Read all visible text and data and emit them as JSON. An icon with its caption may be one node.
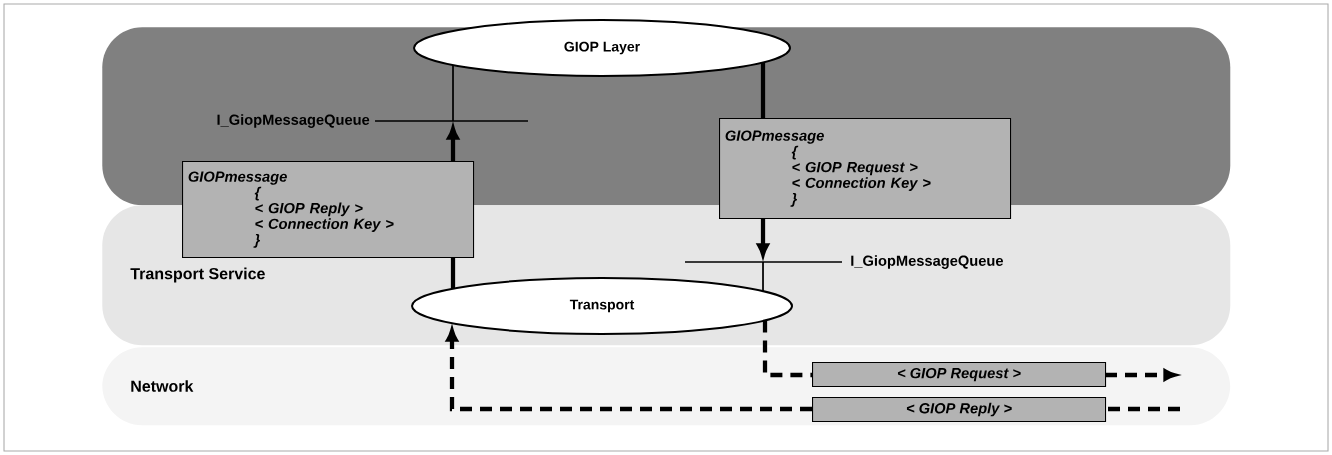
{
  "diagram": {
    "nodes": [
      {
        "text": [],
        "shape": "band"
      },
      {
        "text": [
          "GIOP Layer"
        ],
        "in": 0
      },
      {
        "text": [
          "GIOPmessage",
          "{",
          "< GIOP Reply >",
          "< Connection Key >",
          "}"
        ]
      },
      {
        "text": [
          "GIOPmessage",
          "{",
          "< GIOP Request >",
          "< Connection Key >",
          "}"
        ]
      },
      {
        "text": [
          "Transport Service"
        ]
      },
      {
        "text": [
          "Transport"
        ],
        "in": 4
      },
      {
        "text": [
          "Network"
        ]
      },
      {
        "text": [
          "< GIOP Request >"
        ],
        "in": 6
      },
      {
        "text": [
          "< GIOP Reply >"
        ],
        "in": 6
      }
    ],
    "edges": [
      {
        "from": 5,
        "to": 2,
        "arrow": "none"
      },
      {
        "from": 2,
        "to": 1,
        "arrow": "to"
      },
      {
        "from": 1,
        "to": 3,
        "arrow": "none"
      },
      {
        "from": 3,
        "to": 5,
        "arrow": "to"
      },
      {
        "from": 5,
        "to": 7,
        "arrow": "none",
        "style": "dashed"
      },
      {
        "from": 7,
        "to": null,
        "arrow": "to",
        "style": "dashed"
      },
      {
        "from": null,
        "to": 8,
        "arrow": "none",
        "style": "dashed"
      },
      {
        "from": 8,
        "to": 5,
        "arrow": "to",
        "style": "dashed"
      }
    ],
    "labels": [
      "I_GiopMessageQueue",
      "I_GiopMessageQueue"
    ]
  }
}
